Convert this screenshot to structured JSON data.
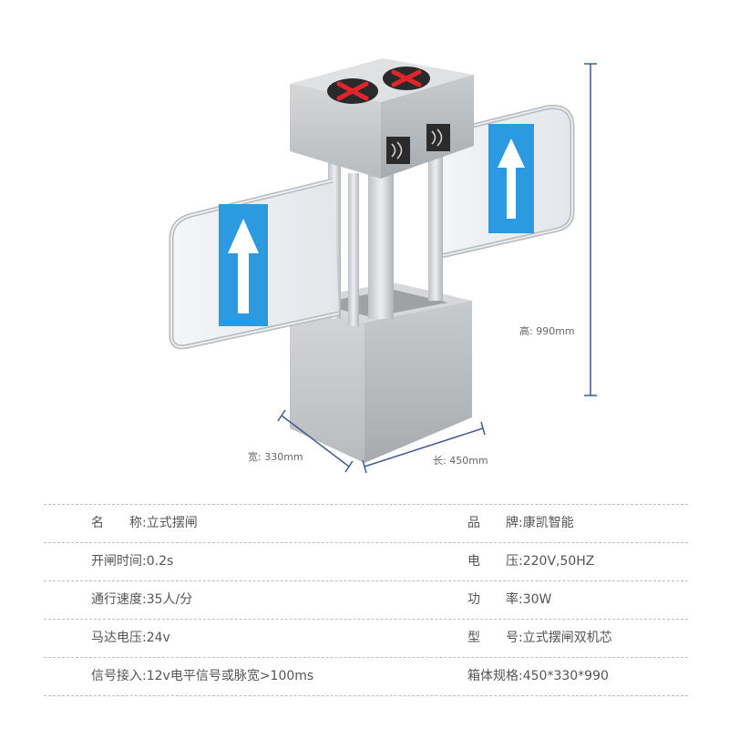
{
  "dimensions": {
    "height_label": "高: 990mm",
    "width_label": "宽: 330mm",
    "length_label": "长: 450mm"
  },
  "specs": [
    {
      "left": {
        "label": "名　　称:",
        "value": "立式摆闸"
      },
      "right": {
        "label": "品　　牌:",
        "value": "康凯智能"
      }
    },
    {
      "left": {
        "label": "开闸时间:",
        "value": "0.2s"
      },
      "right": {
        "label": "电　　压:",
        "value": "220V,50HZ"
      }
    },
    {
      "left": {
        "label": "通行速度:",
        "value": "35人/分"
      },
      "right": {
        "label": "功　　率:",
        "value": "30W"
      }
    },
    {
      "left": {
        "label": "马达电压:",
        "value": "24v"
      },
      "right": {
        "label": "型　　号:",
        "value": "立式摆闸双机芯"
      }
    },
    {
      "left": {
        "label": "信号接入:",
        "value": "12v电平信号或脉宽>100ms"
      },
      "right": {
        "label": "箱体规格:",
        "value": "450*330*990"
      }
    }
  ],
  "colors": {
    "steel_light": "#e4e6e8",
    "steel_mid": "#c4c7ca",
    "steel_dark": "#9fa3a7",
    "panel_blue": "#2b9ae0",
    "indicator_red": "#e0262b",
    "dimension_line": "#3c5a94"
  }
}
